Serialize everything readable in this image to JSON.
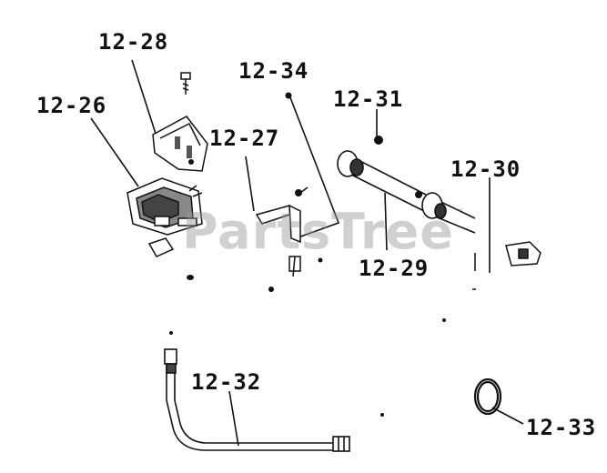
{
  "watermark": {
    "text": "PartsTree",
    "mark": "™",
    "color": "#969696"
  },
  "colors": {
    "ink": "#111111",
    "paper": "#ffffff"
  },
  "labels": {
    "p12_28": "12-28",
    "p12_34": "12-34",
    "p12_26": "12-26",
    "p12_31": "12-31",
    "p12_27": "12-27",
    "p12_30": "12-30",
    "p12_29": "12-29",
    "p12_32": "12-32",
    "p12_33": "12-33"
  }
}
